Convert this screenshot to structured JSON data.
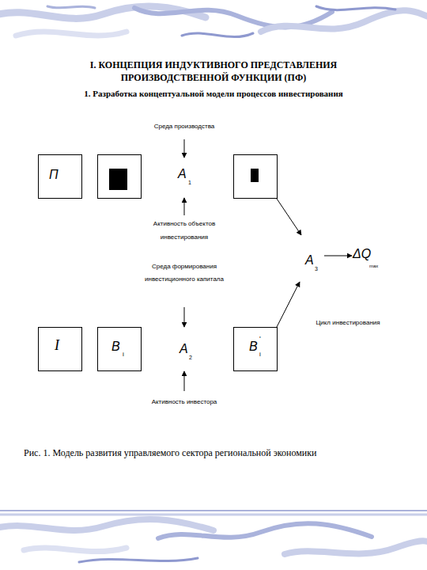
{
  "diagram": {
    "title": "I. КОНЦЕПЦИЯ ИНДУКТИВНОГО ПРЕДСТАВЛЕНИЯ ПРОИЗВОДСТВЕННОЙ ФУНКЦИИ (ПФ)",
    "caption": "Рис. 1. Модель развития управляемого сектора региональной экономики",
    "nodes": [
      {
        "text": [
          "П"
        ]
      },
      {
        "text": [
          "I"
        ]
      },
      {
        "text": [
          "B",
          "i"
        ]
      },
      {
        "text": [
          "B",
          "'",
          "i"
        ]
      }
    ],
    "labels": [
      "1. Разработка концептуальной модели процессов инвестирования",
      "Среда производства",
      "A",
      "1",
      "Активность объектов инвестирования",
      "Среда формирования инвестиционного капитала",
      "A",
      "3",
      "ΔQ",
      "max",
      "Цикл инвестирования",
      "A",
      "2",
      "Активность инвестора"
    ]
  }
}
